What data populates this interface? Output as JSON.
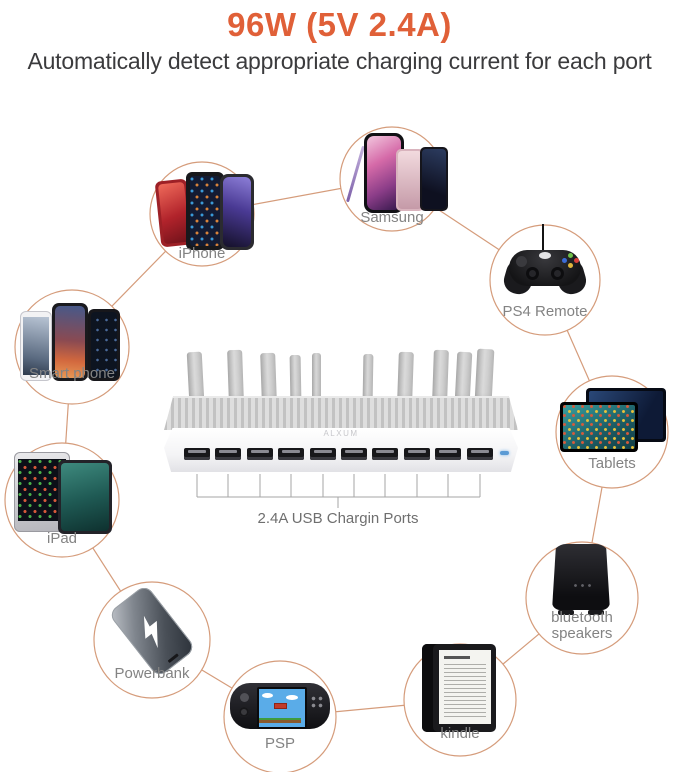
{
  "header": {
    "title": "96W (5V 2.4A)",
    "subtitle": "Automatically detect appropriate charging current for each port"
  },
  "station": {
    "brand": "ALXUM",
    "ports_label": "2.4A USB Chargin Ports",
    "port_count": 10,
    "led_color": "#5b9bd5"
  },
  "colors": {
    "title_orange": "#e06038",
    "subtitle_gray": "#3b3b3d",
    "ring_stroke": "#d59c7b",
    "label_gray": "#838383",
    "bracket_gray": "#a5a5a5"
  },
  "devices": [
    {
      "id": "iphone",
      "label": "iPhone"
    },
    {
      "id": "samsung",
      "label": "Samsung"
    },
    {
      "id": "ps4-remote",
      "label": "PS4 Remote"
    },
    {
      "id": "tablets",
      "label": "Tablets"
    },
    {
      "id": "bluetooth-speakers",
      "label": "bluetooth\nspeakers"
    },
    {
      "id": "kindle",
      "label": "kindle"
    },
    {
      "id": "psp",
      "label": "PSP"
    },
    {
      "id": "powerbank",
      "label": "Powerbank"
    },
    {
      "id": "ipad",
      "label": "iPad"
    },
    {
      "id": "smart-phone",
      "label": "Smart phone"
    }
  ]
}
